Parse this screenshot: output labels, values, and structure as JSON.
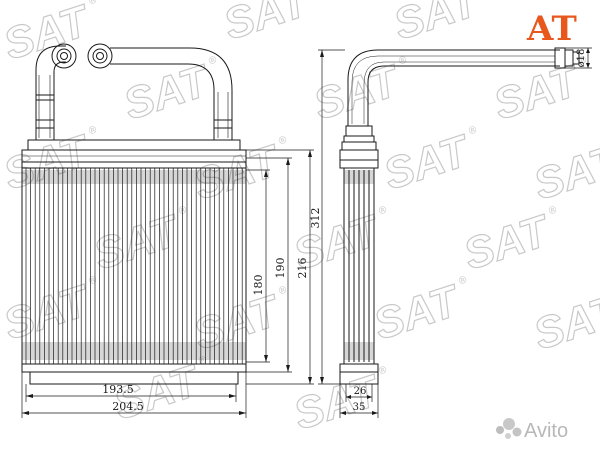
{
  "logo": {
    "text": "AT",
    "color": "#e8571c"
  },
  "watermark": {
    "text": "SAT",
    "symbol": "®",
    "color": "#c9c9c9"
  },
  "avito": {
    "text": "Avito",
    "color": "#b8b8b8"
  },
  "dimensions": {
    "width_core": "193.5",
    "width_total": "204.5",
    "height_180": "180",
    "height_190": "190",
    "height_216": "216",
    "height_312": "312",
    "depth_26": "26",
    "depth_35": "35",
    "pipe_diameter": "18"
  },
  "colors": {
    "line": "#1a1a1a",
    "background": "#ffffff"
  }
}
